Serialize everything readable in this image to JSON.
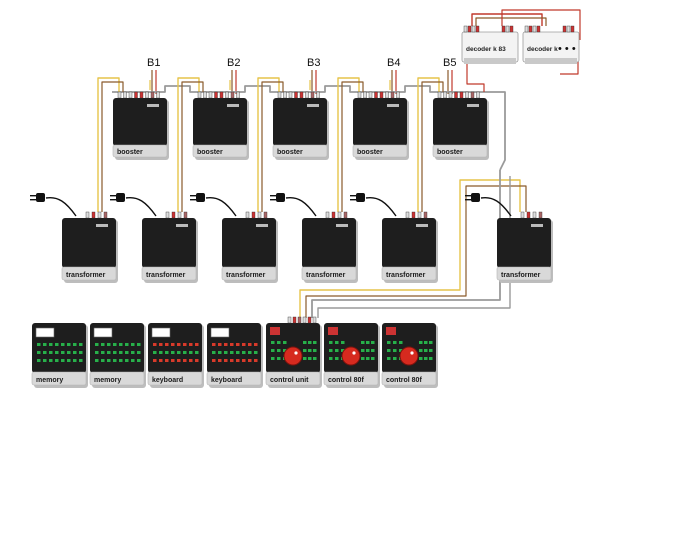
{
  "booster_group_labels": [
    "B1",
    "B2",
    "B3",
    "B4",
    "B5"
  ],
  "boosters": [
    {
      "label": "booster"
    },
    {
      "label": "booster"
    },
    {
      "label": "booster"
    },
    {
      "label": "booster"
    },
    {
      "label": "booster"
    }
  ],
  "transformers": [
    {
      "label": "transformer"
    },
    {
      "label": "transformer"
    },
    {
      "label": "transformer"
    },
    {
      "label": "transformer"
    },
    {
      "label": "transformer"
    },
    {
      "label": "transformer"
    }
  ],
  "decoders": [
    {
      "label": "decoder k 83"
    },
    {
      "label": "decoder k"
    }
  ],
  "continuation": "• • •",
  "keyboard_row": [
    {
      "label": "memory",
      "kind": "memory"
    },
    {
      "label": "memory",
      "kind": "memory"
    },
    {
      "label": "keyboard",
      "kind": "keyboard"
    },
    {
      "label": "keyboard",
      "kind": "keyboard"
    },
    {
      "label": "control unit",
      "kind": "control"
    },
    {
      "label": "control 80f",
      "kind": "control80"
    },
    {
      "label": "control 80f",
      "kind": "control80"
    }
  ],
  "colors": {
    "wire_yellow": "#e6c44a",
    "wire_brown": "#8a5a2b",
    "wire_red": "#c0392b",
    "wire_grey": "#9a9a9a",
    "device_body": "#1e1e1e",
    "device_label_band": "#d9d9d9",
    "led_green": "#27b04a",
    "led_red": "#d83a2a",
    "knob_red": "#d62a1f"
  }
}
